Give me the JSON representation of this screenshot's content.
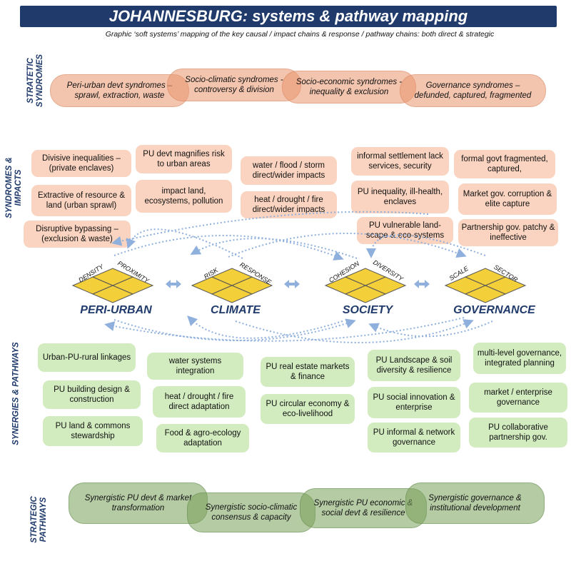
{
  "title": "JOHANNESBURG: systems & pathway mapping",
  "subtitle": "Graphic ‘soft systems’ mapping of the key causal / impact chains & response / pathway chains:  both direct & strategic",
  "section_labels": {
    "strategic_syndromes": [
      "STRATETIC",
      "SYNDROMES"
    ],
    "syndromes_impacts": [
      "SYNDROMES &",
      "IMPACTS"
    ],
    "synergies_pathways": [
      "SYNERGIES  & PATHWAYS"
    ],
    "strategic_pathways": [
      "STRATEGIC",
      "PATHWAYS"
    ]
  },
  "strategic_syndromes": [
    "Peri-urban devt syndromes – sprawl, extraction, waste",
    "Socio-climatic syndromes - controversy & division",
    "Socio-economic syndromes - inequality & exclusion",
    "Governance syndromes – defunded, captured, fragmented"
  ],
  "impacts": {
    "peri_urban": [
      "Divisive inequalities – (private enclaves)",
      "Extractive of resource & land (urban sprawl)",
      "Disruptive bypassing – (exclusion & waste)"
    ],
    "pu_devt": [
      "PU devt magnifies risk to urban areas",
      "impact land, ecosystems, pollution"
    ],
    "climate": [
      "water / flood / storm direct/wider impacts",
      "heat / drought / fire direct/wider impacts"
    ],
    "society": [
      "informal settlement lack services, security",
      "PU inequality, ill-health, enclaves",
      "PU vulnerable land-scape & eco-systems"
    ],
    "governance": [
      "formal govt fragmented, captured,",
      "Market gov. corruption & elite capture",
      "Partnership gov. patchy & ineffective"
    ]
  },
  "nodes": [
    {
      "name": "PERI-URBAN",
      "left_tag": "DENSITY",
      "right_tag": "PROXIMITY"
    },
    {
      "name": "CLIMATE",
      "left_tag": "RISK",
      "right_tag": "RESPONSE"
    },
    {
      "name": "SOCIETY",
      "left_tag": "COHESION",
      "right_tag": "DIVERSITY"
    },
    {
      "name": "GOVERNANCE",
      "left_tag": "SCALE",
      "right_tag": "SECTOR"
    }
  ],
  "pathways": {
    "peri_urban": [
      "Urban-PU-rural linkages",
      "PU building design & construction",
      "PU  land & commons stewardship"
    ],
    "climate": [
      "water systems integration",
      "heat / drought / fire direct adaptation",
      "Food &  agro-ecology adaptation"
    ],
    "economy": [
      "PU real estate markets & finance",
      "PU circular economy & eco-livelihood"
    ],
    "society": [
      "PU Landscape & soil diversity & resilience",
      "PU social innovation & enterprise",
      "PU informal & network governance"
    ],
    "governance": [
      "multi-level governance, integrated planning",
      "market / enterprise governance",
      "PU collaborative partnership gov."
    ]
  },
  "strategic_pathways": [
    "Synergistic PU devt & market transformation",
    "Synergistic socio-climatic consensus & capacity",
    "Synergistic PU economic & social devt & resilience",
    "Synergistic governance & institutional development"
  ],
  "colors": {
    "title_bg": "#1f3a6b",
    "label": "#1f3a6b",
    "impact_box": "#fad4c0",
    "pathway_box": "#d2ecc0",
    "diamond": "#f3cf3a",
    "arrow": "#8fb0dc"
  }
}
